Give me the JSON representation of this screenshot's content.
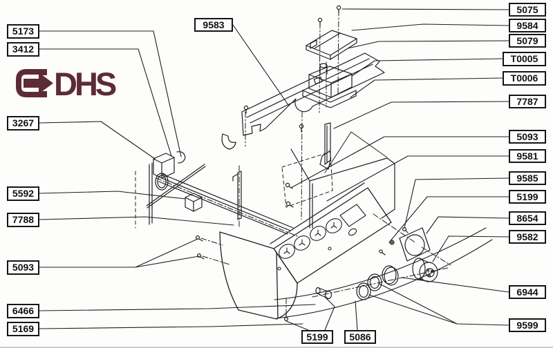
{
  "page": {
    "background": "#fdfdfc",
    "line_color": "#1d1d1d",
    "description": "Exploded parts diagram of an appliance control panel assembly"
  },
  "logo": {
    "text": "DHS",
    "color": "#5d2b36",
    "icon": "right-arrow-badge-icon"
  },
  "diagram": {
    "type": "exploded-parts-diagram",
    "labels": [
      {
        "id": "label-5173-left",
        "text": "5173"
      },
      {
        "id": "label-3412-left",
        "text": "3412"
      },
      {
        "id": "label-3267-left",
        "text": "3267"
      },
      {
        "id": "label-5592-left",
        "text": "5592"
      },
      {
        "id": "label-7788-left",
        "text": "7788"
      },
      {
        "id": "label-5093-left",
        "text": "5093"
      },
      {
        "id": "label-6466-left",
        "text": "6466"
      },
      {
        "id": "label-5169-left",
        "text": "5169"
      },
      {
        "id": "label-9583-top",
        "text": "9583"
      },
      {
        "id": "label-5075-right",
        "text": "5075"
      },
      {
        "id": "label-9584-right",
        "text": "9584"
      },
      {
        "id": "label-5079-right",
        "text": "5079"
      },
      {
        "id": "label-T0005-right",
        "text": "T0005"
      },
      {
        "id": "label-T0006-right",
        "text": "T0006"
      },
      {
        "id": "label-7787-right",
        "text": "7787"
      },
      {
        "id": "label-5093-right",
        "text": "5093"
      },
      {
        "id": "label-9581-right",
        "text": "9581"
      },
      {
        "id": "label-9585-right",
        "text": "9585"
      },
      {
        "id": "label-5199-right",
        "text": "5199"
      },
      {
        "id": "label-8654-right",
        "text": "8654"
      },
      {
        "id": "label-9582-right",
        "text": "9582"
      },
      {
        "id": "label-6944-right",
        "text": "6944"
      },
      {
        "id": "label-9599-right",
        "text": "9599"
      },
      {
        "id": "label-5199-bottom",
        "text": "5199"
      },
      {
        "id": "label-5086-bottom",
        "text": "5086"
      }
    ]
  }
}
